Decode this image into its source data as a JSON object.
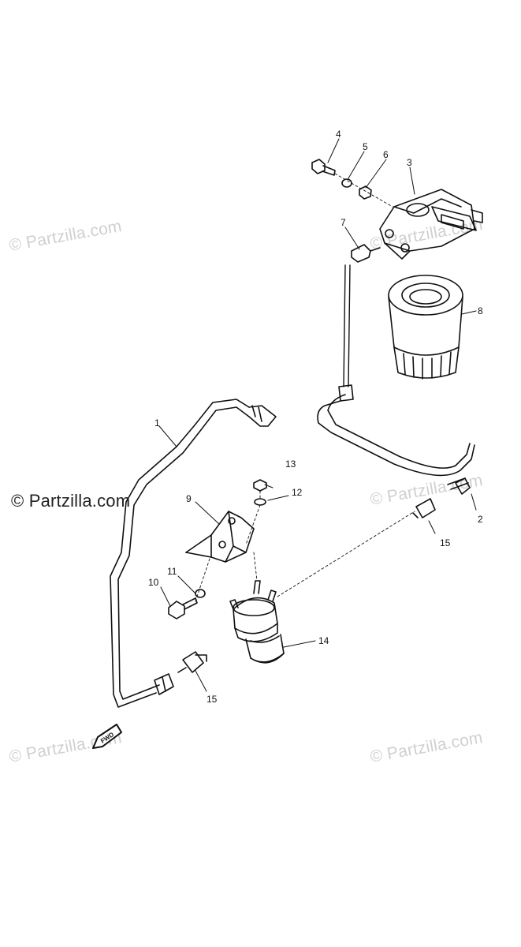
{
  "watermark": "© Partzilla.com",
  "fwd_label": "FWD",
  "callouts": [
    "1",
    "2",
    "3",
    "4",
    "5",
    "6",
    "7",
    "8",
    "9",
    "10",
    "11",
    "12",
    "13",
    "14",
    "15",
    "15"
  ]
}
